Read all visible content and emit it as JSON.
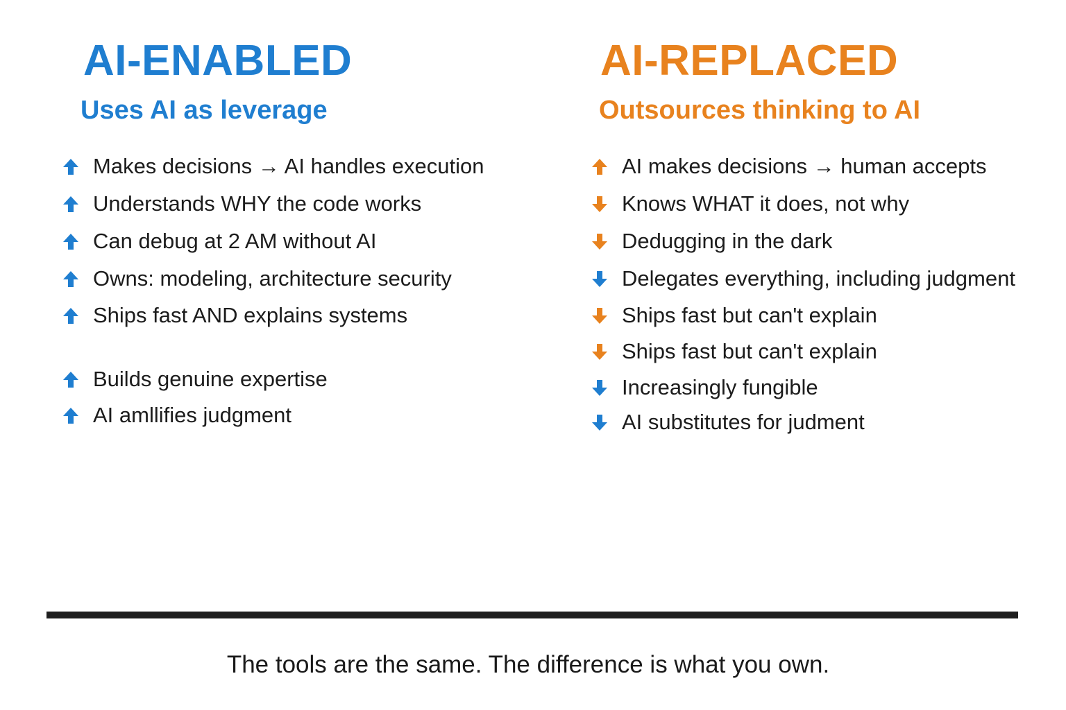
{
  "colors": {
    "blue": "#1f7ed0",
    "orange": "#e8821e",
    "divider": "#1e1e1e"
  },
  "left": {
    "heading": "AI-ENABLED",
    "subheading": "Uses AI as leverage",
    "items": [
      {
        "text": "Makes decisions → AI handles execution",
        "arrow": "up",
        "color": "blue"
      },
      {
        "text": "Understands WHY the code works",
        "arrow": "up",
        "color": "blue"
      },
      {
        "text": "Can debug at 2 AM without AI",
        "arrow": "up",
        "color": "blue"
      },
      {
        "text": "Owns: modeling, architecture security",
        "arrow": "up",
        "color": "blue"
      },
      {
        "text": "Ships fast AND explains systems",
        "arrow": "up",
        "color": "blue"
      },
      {
        "text": "Builds genuine expertise",
        "arrow": "up",
        "color": "blue"
      },
      {
        "text": "AI amllifies judgment",
        "arrow": "up",
        "color": "blue"
      }
    ]
  },
  "right": {
    "heading": "AI-REPLACED",
    "subheading": "Outsources thinking to AI",
    "items": [
      {
        "text": "AI makes decisions → human accepts",
        "arrow": "up",
        "color": "orange"
      },
      {
        "text": "Knows WHAT it does, not why",
        "arrow": "down",
        "color": "orange"
      },
      {
        "text": "Dedugging in the dark",
        "arrow": "down",
        "color": "orange"
      },
      {
        "text": "Delegates everything, including judgment",
        "arrow": "down",
        "color": "blue"
      },
      {
        "text": "Ships fast but can't explain",
        "arrow": "down",
        "color": "orange"
      },
      {
        "text": "Ships fast but can't explain",
        "arrow": "down",
        "color": "orange"
      },
      {
        "text": "Increasingly fungible",
        "arrow": "down",
        "color": "blue"
      },
      {
        "text": "AI substitutes for judment",
        "arrow": "down",
        "color": "blue"
      }
    ]
  },
  "footer": "The tools are the same. The difference is what you own."
}
